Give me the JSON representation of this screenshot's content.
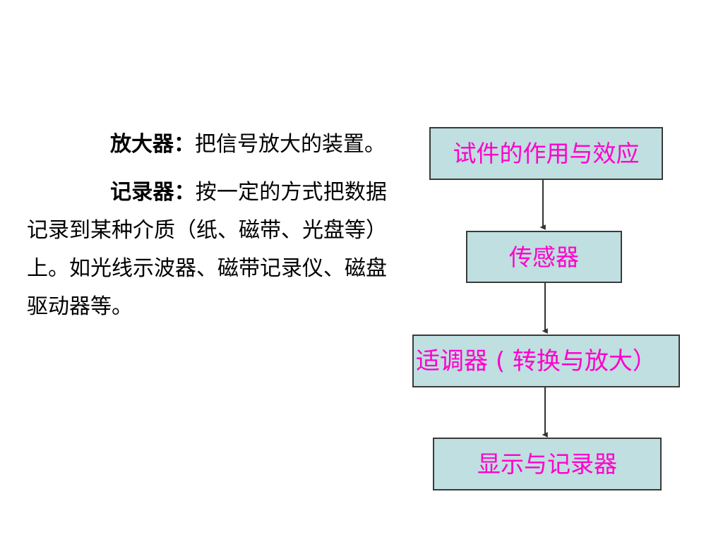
{
  "slide": {
    "background_color": "#ffffff",
    "text_color": "#000000"
  },
  "text_column": {
    "paragraphs": [
      {
        "term": "放大器",
        "colon": "：",
        "body": "把信号放大的装置。"
      },
      {
        "term": "记录器",
        "colon": "：",
        "body": "按一定的方式把数据记录到某种介质（纸、磁带、光盘等）上。如光线示波器、磁带记录仪、磁盘驱动器等。"
      }
    ]
  },
  "flowchart": {
    "fill_color": "#bfdfe0",
    "border_color": "#3a3a3a",
    "label_color": "#ff00cc",
    "arrow_color": "#333333",
    "nodes": [
      {
        "label": "试件的作用与效应"
      },
      {
        "label": "传感器"
      },
      {
        "label": "适调器 ( 转换与放大）"
      },
      {
        "label": "显示与记录器"
      }
    ],
    "connectors": [
      {
        "from": "试件的作用与效应",
        "to": "传感器",
        "style": "arrow-down"
      },
      {
        "from": "传感器",
        "to": "适调器 ( 转换与放大）",
        "style": "arrow-down"
      },
      {
        "from": "适调器 ( 转换与放大）",
        "to": "显示与记录器",
        "style": "arrow-down"
      }
    ]
  }
}
